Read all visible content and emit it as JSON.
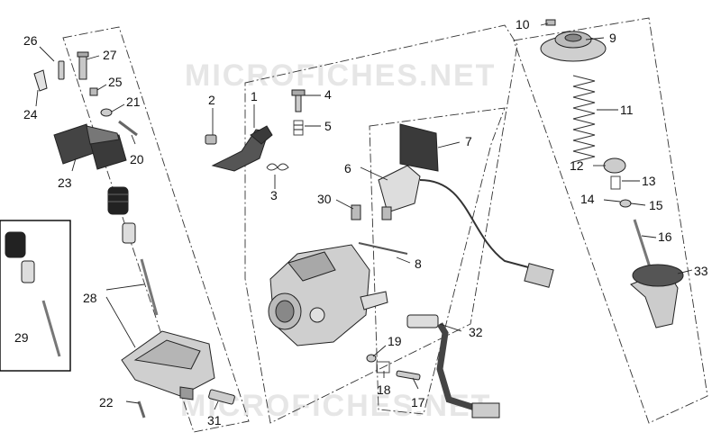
{
  "watermark": "MICROFICHES.NET",
  "callouts": [
    "1",
    "2",
    "3",
    "4",
    "5",
    "6",
    "7",
    "8",
    "9",
    "10",
    "11",
    "12",
    "13",
    "14",
    "15",
    "16",
    "17",
    "18",
    "19",
    "20",
    "21",
    "22",
    "23",
    "24",
    "25",
    "26",
    "27",
    "28",
    "29",
    "30",
    "31",
    "32",
    "33"
  ]
}
